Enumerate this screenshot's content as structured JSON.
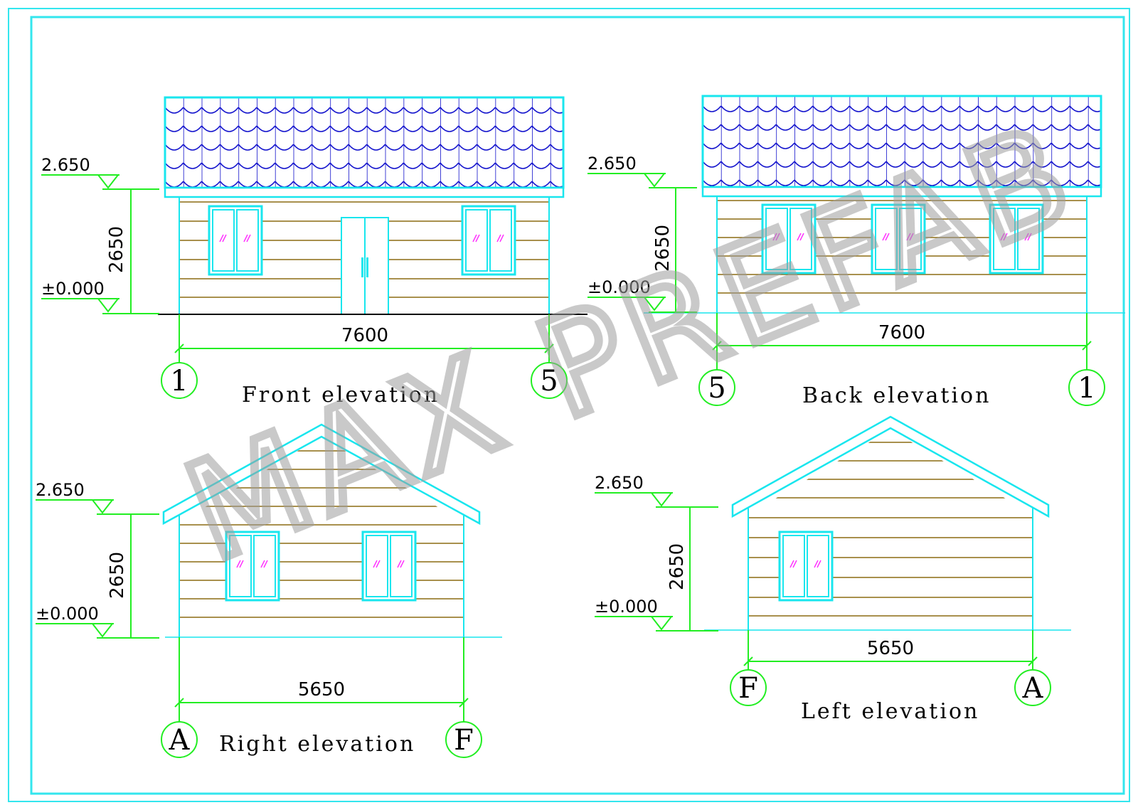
{
  "watermark": "MAX PREFAB",
  "colors": {
    "frame": "#33e6ee",
    "cyan": "#19e6ee",
    "dim": "#22ee22",
    "roof_tile": "#1010cc",
    "siding": "#8b6b12",
    "glass_mark": "#ff33ff",
    "ground": "#000000"
  },
  "elevations": {
    "front": {
      "title": "Front elevation",
      "level_top": "2.650",
      "level_bottom": "±0.000",
      "height_dim": "2650",
      "width_dim": "7600",
      "axis_left": "1",
      "axis_right": "5"
    },
    "back": {
      "title": "Back elevation",
      "level_top": "2.650",
      "level_bottom": "±0.000",
      "height_dim": "2650",
      "width_dim": "7600",
      "axis_left": "5",
      "axis_right": "1"
    },
    "right": {
      "title": "Right elevation",
      "level_top": "2.650",
      "level_bottom": "±0.000",
      "height_dim": "2650",
      "width_dim": "5650",
      "axis_left": "A",
      "axis_right": "F"
    },
    "left": {
      "title": "Left elevation",
      "level_top": "2.650",
      "level_bottom": "±0.000",
      "height_dim": "2650",
      "width_dim": "5650",
      "axis_left": "F",
      "axis_right": "A"
    }
  }
}
